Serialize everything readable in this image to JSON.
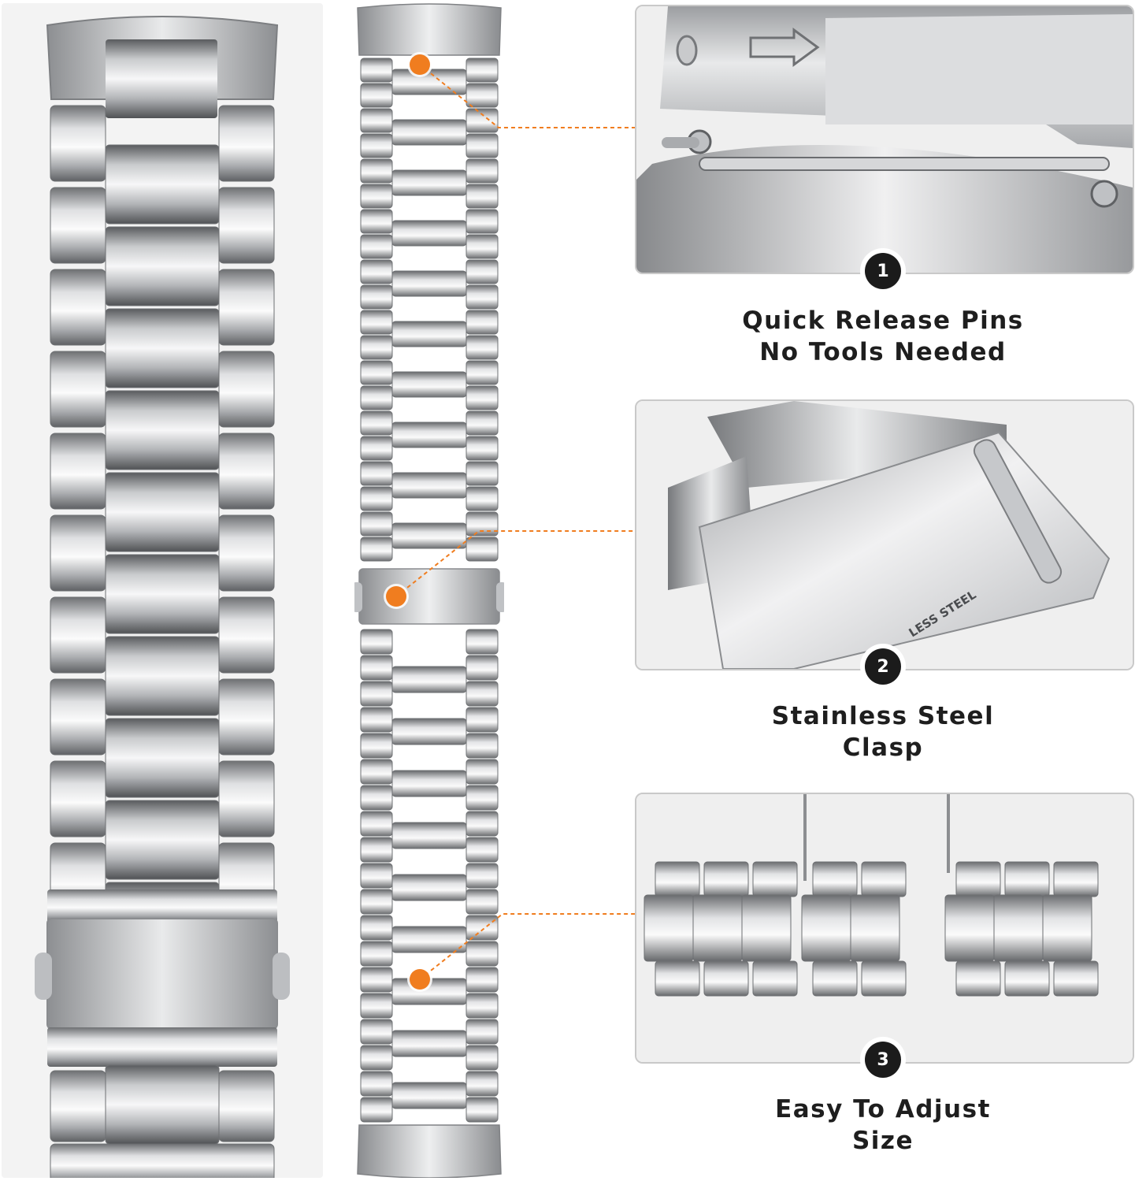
{
  "features": [
    {
      "number": "1",
      "title_line1": "Quick Release Pins",
      "title_line2": "No Tools Needed",
      "icon": "quick-release-pin"
    },
    {
      "number": "2",
      "title_line1": "Stainless Steel",
      "title_line2": "Clasp",
      "icon": "buckle-clasp",
      "engraving": "LESS STEEL"
    },
    {
      "number": "3",
      "title_line1": "Easy To Adjust",
      "title_line2": "Size",
      "icon": "removable-links"
    }
  ],
  "colors": {
    "accent": "#f07d1f",
    "badge": "#1b1b1b",
    "caption": "#1e1e1e",
    "card_border": "#c9c9c9"
  }
}
